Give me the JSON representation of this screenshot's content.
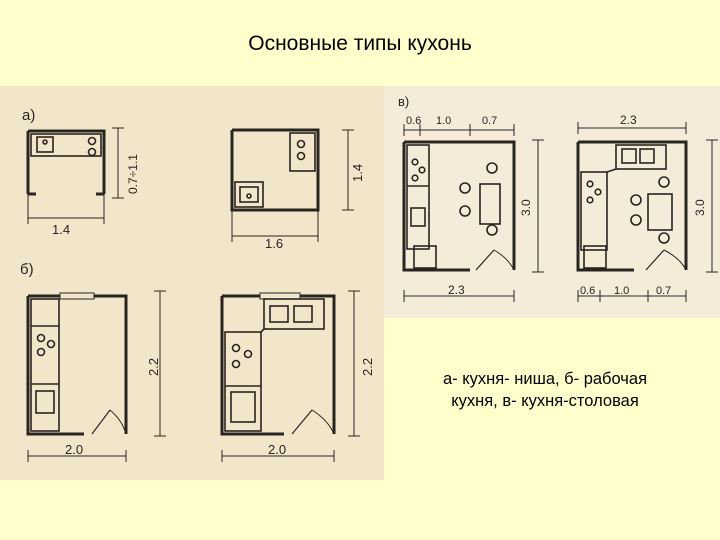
{
  "title": "Основные типы кухонь",
  "section_labels": {
    "a": "a)",
    "b": "б)",
    "v": "в)"
  },
  "dimensions": {
    "a1_width": "1.4",
    "a1_height": "0.7÷1.1",
    "a2_width": "1.6",
    "a2_height": "1.4",
    "b1_width": "2.0",
    "b1_height": "2.2",
    "b2_width": "2.0",
    "b2_height": "2.2",
    "v1_top": [
      "0.6",
      "1.0",
      "0.7"
    ],
    "v1_bottom": "2.3",
    "v1_height": "3.0",
    "v2_top": "2.3",
    "v2_bottom": [
      "0.6",
      "1.0",
      "0.7"
    ],
    "v2_height": "3.0"
  },
  "caption": {
    "line1": "а- кухня- ниша, б- рабочая",
    "line2": "кухня, в- кухня-столовая"
  },
  "colors": {
    "background": "#ffffcc",
    "paper_left": "#f1e6ca",
    "paper_right": "#f4ecd8",
    "ink": "#2a2420"
  }
}
